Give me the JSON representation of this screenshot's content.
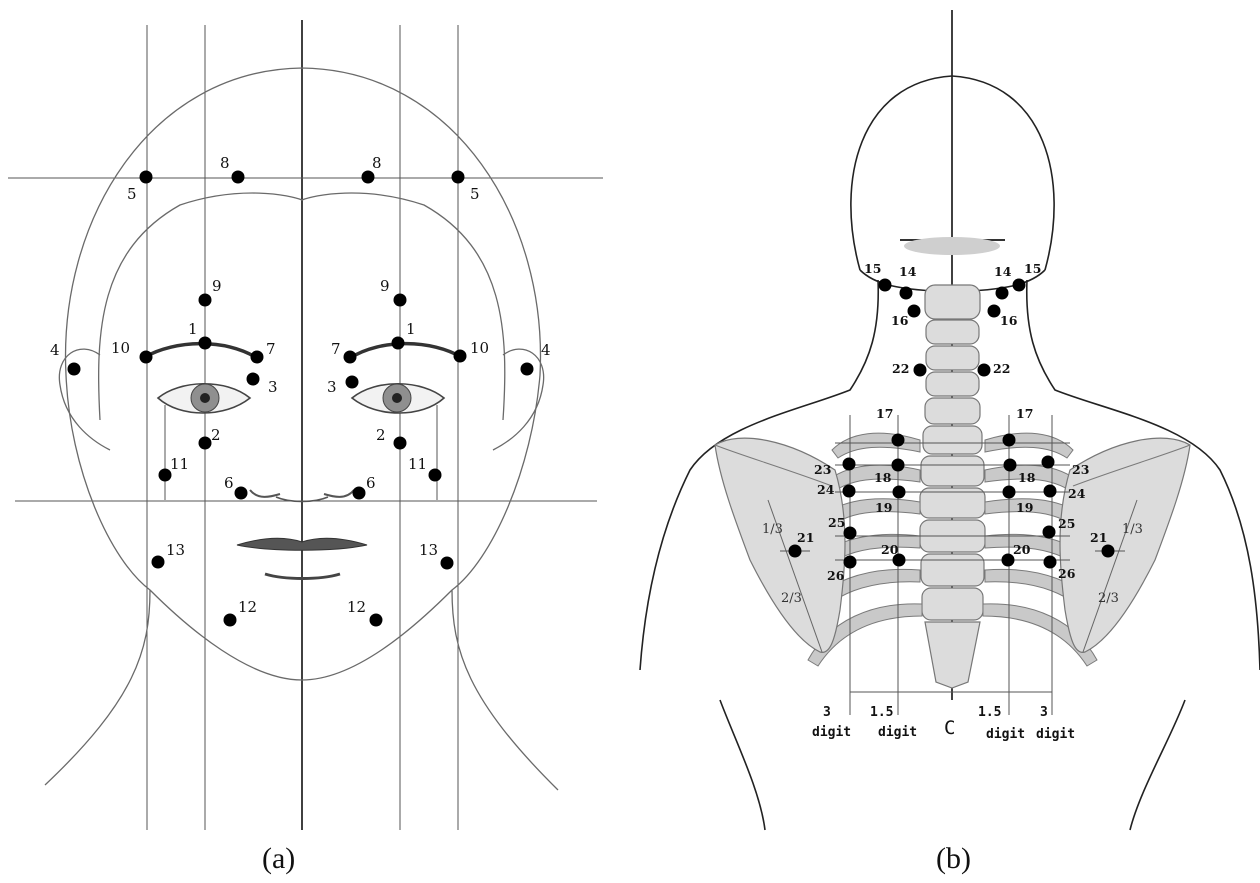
{
  "panel_a": {
    "caption": "(a)",
    "points": [
      {
        "label": "1"
      },
      {
        "label": "1"
      },
      {
        "label": "2"
      },
      {
        "label": "2"
      },
      {
        "label": "3"
      },
      {
        "label": "3"
      },
      {
        "label": "4"
      },
      {
        "label": "4"
      },
      {
        "label": "5"
      },
      {
        "label": "5"
      },
      {
        "label": "6"
      },
      {
        "label": "6"
      },
      {
        "label": "7"
      },
      {
        "label": "7"
      },
      {
        "label": "8"
      },
      {
        "label": "8"
      },
      {
        "label": "9"
      },
      {
        "label": "9"
      },
      {
        "label": "10"
      },
      {
        "label": "10"
      },
      {
        "label": "11"
      },
      {
        "label": "11"
      },
      {
        "label": "12"
      },
      {
        "label": "12"
      },
      {
        "label": "13"
      },
      {
        "label": "13"
      }
    ]
  },
  "panel_b": {
    "caption": "(b)",
    "points": [
      {
        "label": "14"
      },
      {
        "label": "14"
      },
      {
        "label": "15"
      },
      {
        "label": "15"
      },
      {
        "label": "16"
      },
      {
        "label": "16"
      },
      {
        "label": "17"
      },
      {
        "label": "17"
      },
      {
        "label": "18"
      },
      {
        "label": "18"
      },
      {
        "label": "19"
      },
      {
        "label": "19"
      },
      {
        "label": "20"
      },
      {
        "label": "20"
      },
      {
        "label": "21"
      },
      {
        "label": "21"
      },
      {
        "label": "22"
      },
      {
        "label": "22"
      },
      {
        "label": "23"
      },
      {
        "label": "23"
      },
      {
        "label": "24"
      },
      {
        "label": "24"
      },
      {
        "label": "25"
      },
      {
        "label": "25"
      },
      {
        "label": "26"
      },
      {
        "label": "26"
      }
    ],
    "scapula_fractions": [
      "1/3",
      "2/3",
      "1/3",
      "2/3"
    ],
    "measure_labels": [
      {
        "top": "3",
        "bottom": "digit"
      },
      {
        "top": "1.5",
        "bottom": "digit"
      },
      {
        "top": "C",
        "bottom": ""
      },
      {
        "top": "1.5",
        "bottom": "digit"
      },
      {
        "top": "3",
        "bottom": "digit"
      }
    ]
  }
}
